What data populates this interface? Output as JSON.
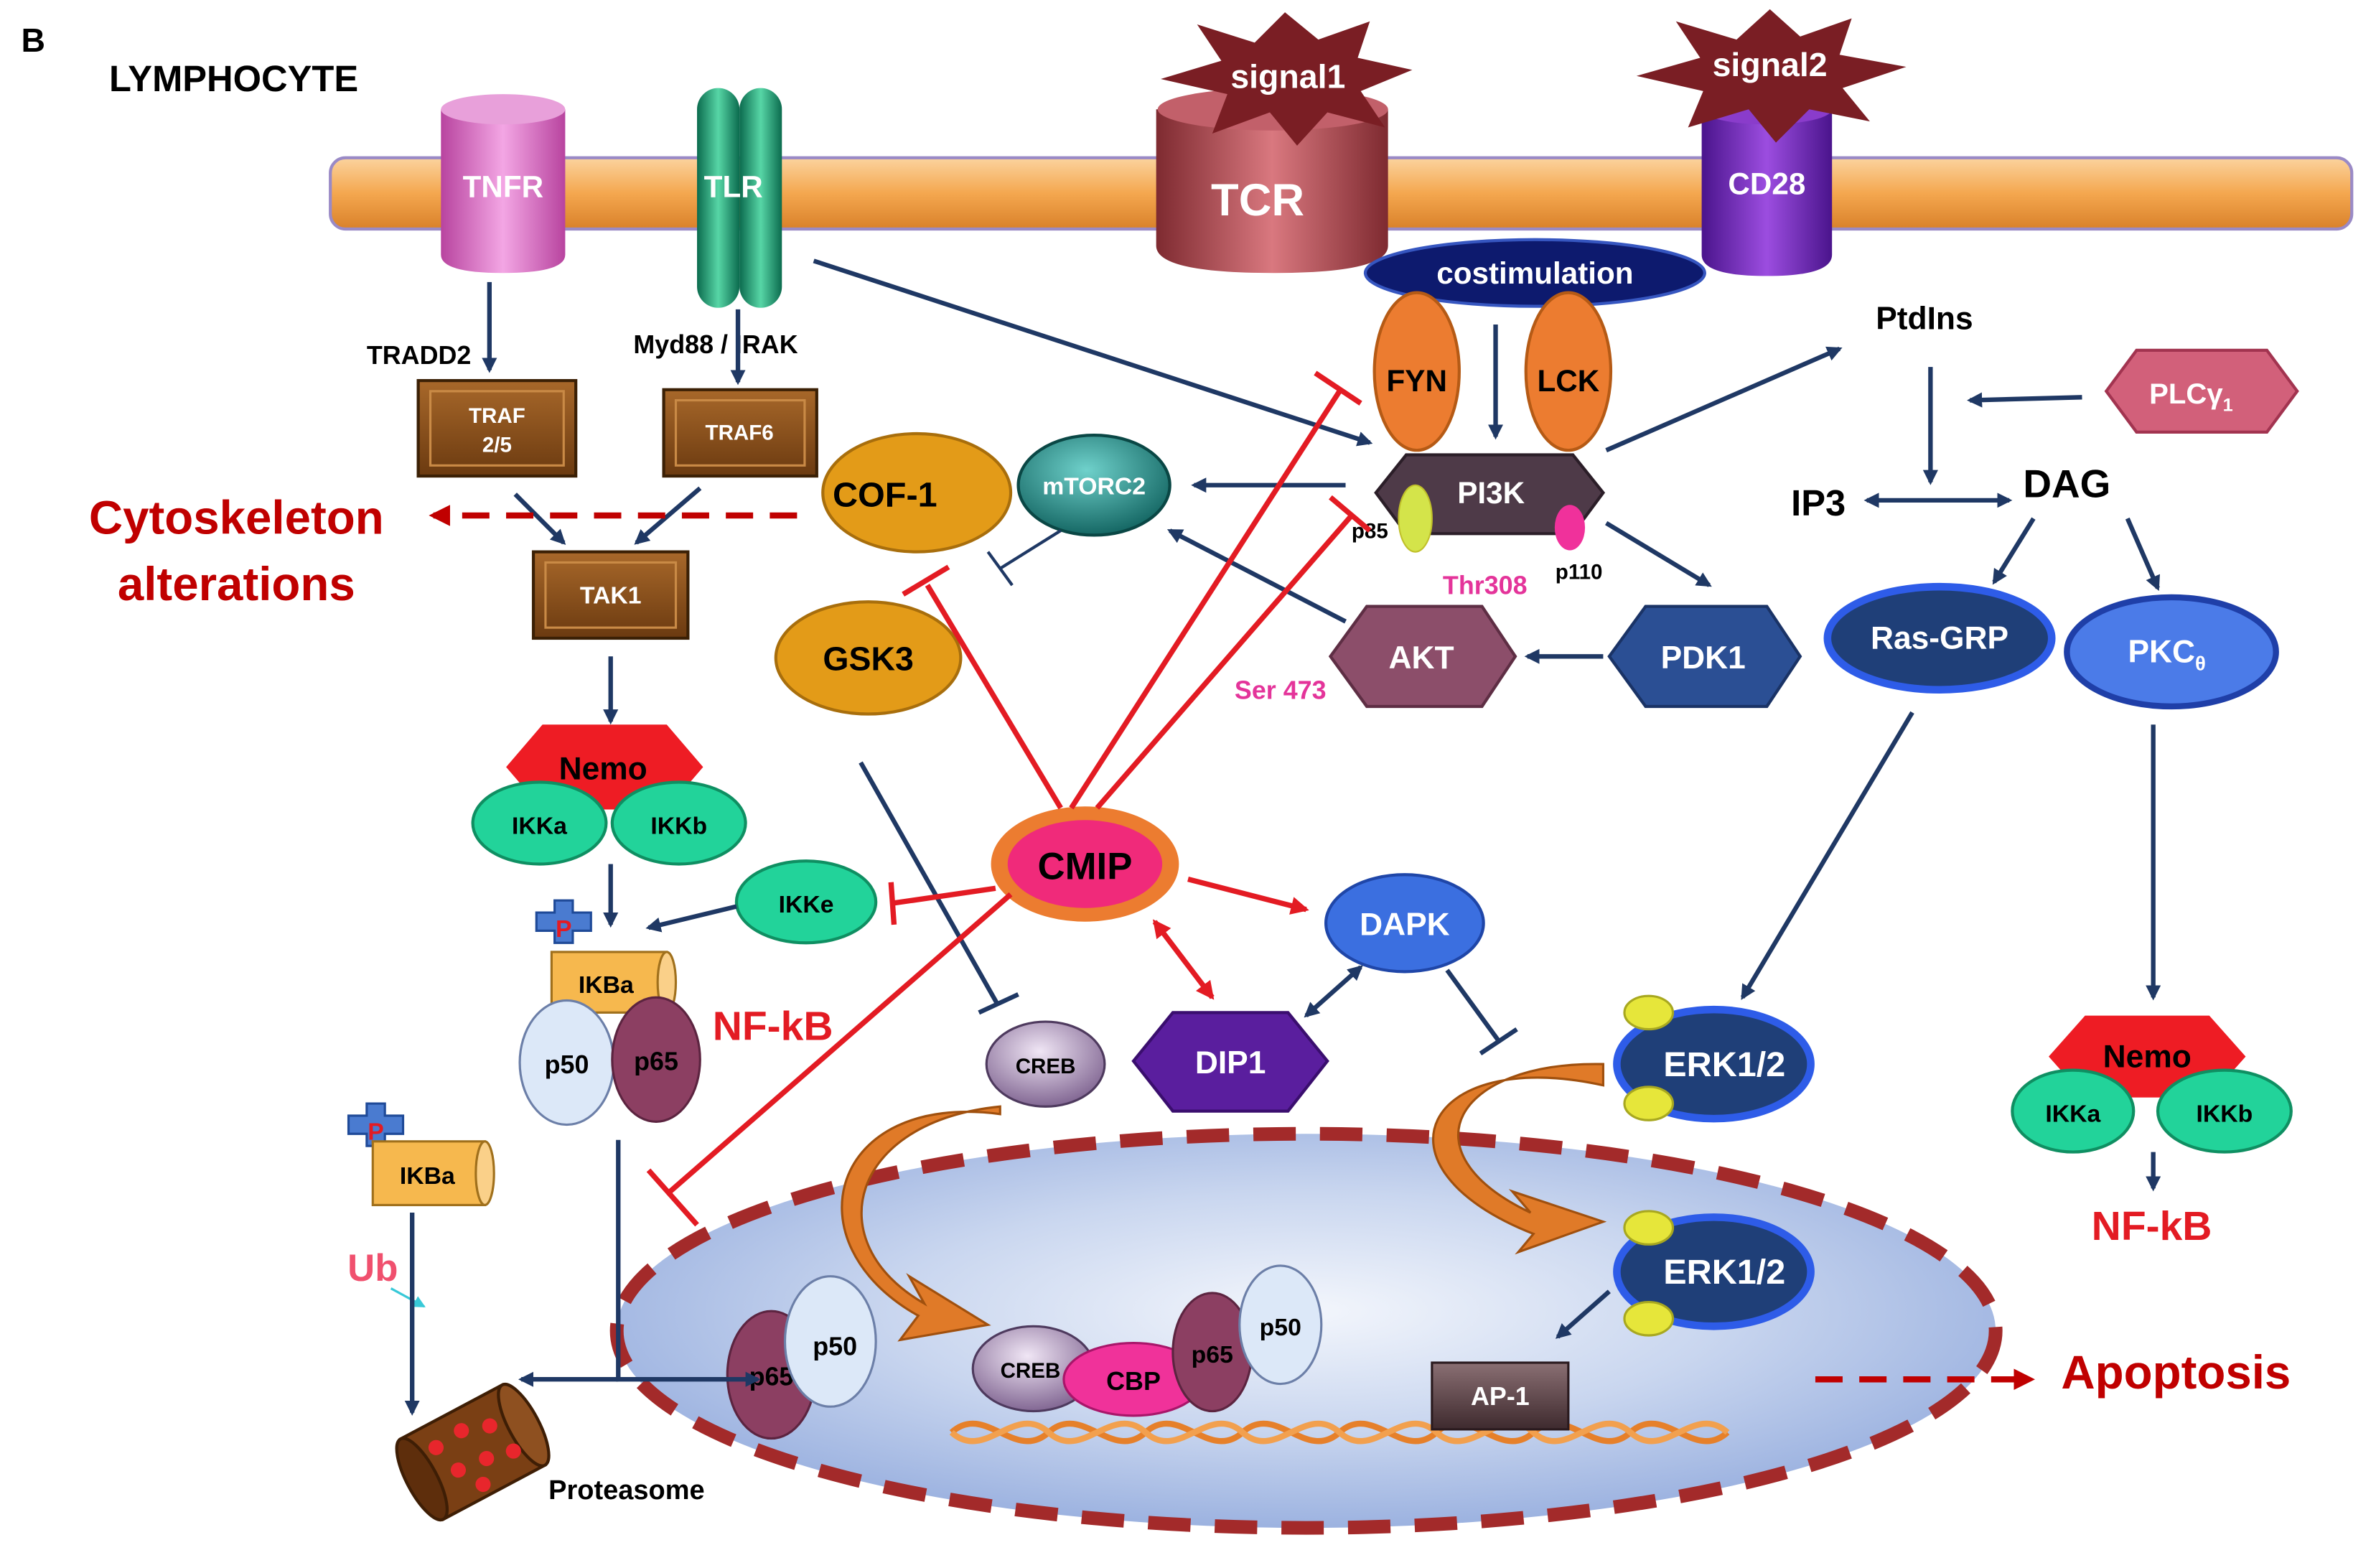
{
  "panel_letter": "B",
  "cell_label": "LYMPHOCYTE",
  "receptors": {
    "tnfr": "TNFR",
    "tlr": "TLR",
    "tcr": "TCR",
    "cd28": "CD28",
    "signal1": "signal1",
    "signal2": "signal2"
  },
  "labels": {
    "tradd2": "TRADD2",
    "myd88_irak": "Myd88 / IRAK",
    "traf25_line1": "TRAF",
    "traf25_line2": "2/5",
    "traf6": "TRAF6",
    "tak1": "TAK1",
    "cytoskeleton_line1": "Cytoskeleton",
    "cytoskeleton_line2": "alterations",
    "cof1": "COF-1",
    "mtorc2": "mTORC2",
    "gsk3": "GSK3",
    "nemo": "Nemo",
    "ikka": "IKKa",
    "ikkb": "IKKb",
    "ikke": "IKKe",
    "phospho": "P",
    "ikba": "IKBa",
    "p50": "p50",
    "p65": "p65",
    "nfkb": "NF-kB",
    "ub": "Ub",
    "proteasome": "Proteasome",
    "costimulation": "costimulation",
    "fyn": "FYN",
    "lck": "LCK",
    "pi3k": "PI3K",
    "p85": "p85",
    "p110": "p110",
    "thr308": "Thr308",
    "ser473": "Ser 473",
    "akt": "AKT",
    "pdk1": "PDK1",
    "cmip": "CMIP",
    "dapk": "DAPK",
    "dip1": "DIP1",
    "creb": "CREB",
    "cbp": "CBP",
    "ap1": "AP-1",
    "erk12": "ERK1/2",
    "ptdins": "PtdIns",
    "plc": "PLCγ",
    "plc_sub": "1",
    "ip3": "IP3",
    "dag": "DAG",
    "rasgrp": "Ras-GRP",
    "pkc": "PKC",
    "pkc_sub": "θ",
    "apoptosis": "Apoptosis"
  },
  "colors": {
    "activation_arrow": "#1F3864",
    "inhibition": "#E31B23",
    "outcome_text": "#C00000",
    "membrane": "#F4A74F",
    "nucleus": "#A9BDE3",
    "nuclear_envelope": "#A32A2A"
  }
}
